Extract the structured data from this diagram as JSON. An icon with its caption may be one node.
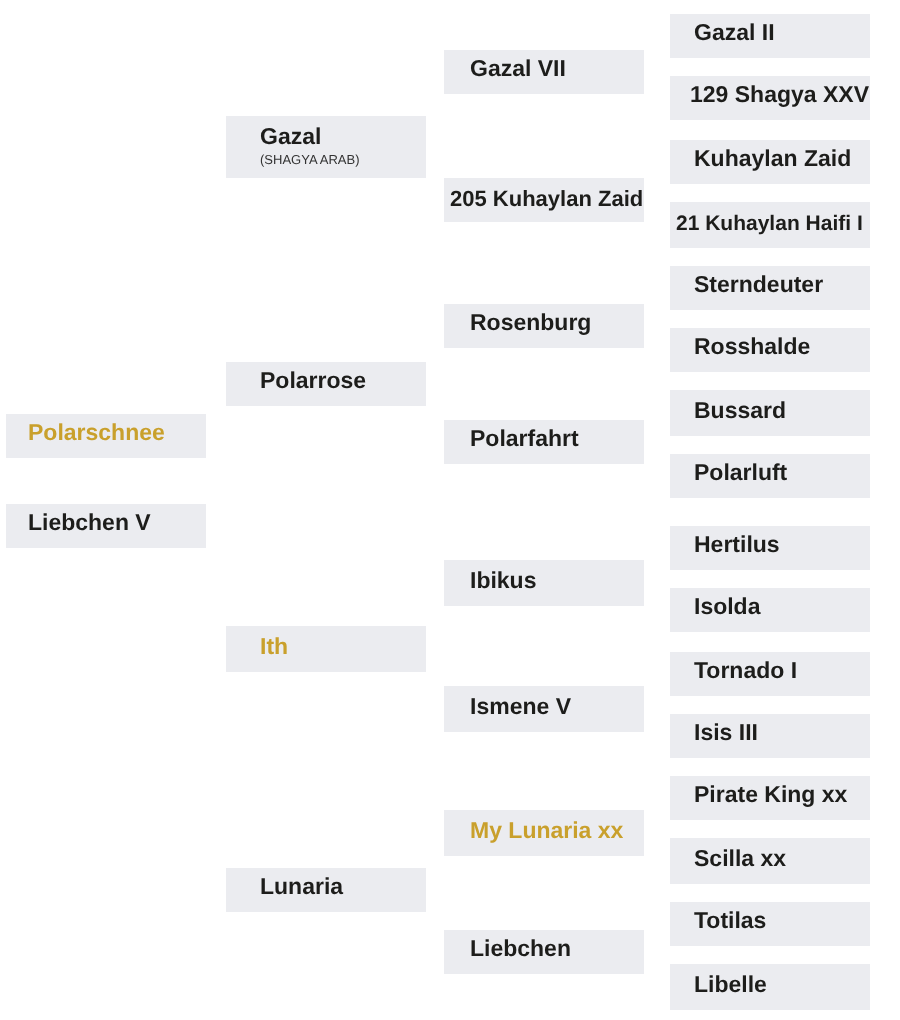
{
  "diagram": {
    "nodes": [
      {
        "text": [
          "Polarschnee"
        ]
      },
      {
        "text": [
          "Liebchen V"
        ]
      },
      {
        "text": [
          "Gazal",
          "(SHAGYA ARAB)"
        ]
      },
      {
        "text": [
          "Polarrose"
        ]
      },
      {
        "text": [
          "Ith"
        ]
      },
      {
        "text": [
          "Lunaria"
        ]
      },
      {
        "text": [
          "Gazal VII"
        ]
      },
      {
        "text": [
          "205 Kuhaylan Zaid"
        ]
      },
      {
        "text": [
          "Rosenburg"
        ]
      },
      {
        "text": [
          "Polarfahrt"
        ]
      },
      {
        "text": [
          "Ibikus"
        ]
      },
      {
        "text": [
          "Ismene V"
        ]
      },
      {
        "text": [
          "My Lunaria xx"
        ]
      },
      {
        "text": [
          "Liebchen"
        ]
      },
      {
        "text": [
          "Gazal II"
        ]
      },
      {
        "text": [
          "129 Shagya XXV"
        ]
      },
      {
        "text": [
          "Kuhaylan Zaid"
        ]
      },
      {
        "text": [
          "21 Kuhaylan Haifi I"
        ]
      },
      {
        "text": [
          "Sterndeuter"
        ]
      },
      {
        "text": [
          "Rosshalde"
        ]
      },
      {
        "text": [
          "Bussard"
        ]
      },
      {
        "text": [
          "Polarluft"
        ]
      },
      {
        "text": [
          "Hertilus"
        ]
      },
      {
        "text": [
          "Isolda"
        ]
      },
      {
        "text": [
          "Tornado I"
        ]
      },
      {
        "text": [
          "Isis III"
        ]
      },
      {
        "text": [
          "Pirate King xx"
        ]
      },
      {
        "text": [
          "Scilla xx"
        ]
      },
      {
        "text": [
          "Totilas"
        ]
      },
      {
        "text": [
          "Libelle"
        ]
      }
    ]
  }
}
